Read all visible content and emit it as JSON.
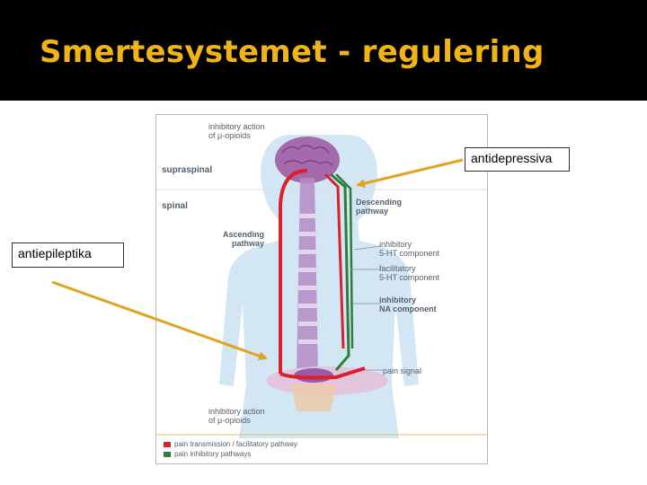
{
  "slide": {
    "title": "Smertesystemet - regulering",
    "title_color": "#f0b418",
    "band_color": "#000000"
  },
  "callouts": {
    "antidepressiva": "antidepressiva",
    "antiepileptika": "antiepileptika",
    "arrow_color": "#e0a420"
  },
  "figure": {
    "labels": {
      "inhibitory_top": "inhibitory action\nof μ-opioids",
      "supraspinal": "supraspinal",
      "spinal": "spinal",
      "descending": "Descending\npathway",
      "ascending": "Ascending\npathway",
      "inhibitory_5ht": "inhibitory\n5-HT component",
      "facilitatory_5ht": "facilitatory\n5-HT component",
      "inhibitory_na": "inhibitory\nNA component",
      "pain_signal": "pain signal",
      "inhibitory_bottom": "inhibitory action\nof μ-opioids"
    },
    "legend": [
      {
        "label": "pain transmission / facilitatory pathway",
        "color": "#d8202e"
      },
      {
        "label": "pain inhibitory pathways",
        "color": "#2e7d3a"
      }
    ],
    "colors": {
      "body": "#cfe3f2",
      "brain": "#a56aab",
      "spine": "#b48ac4",
      "red_path": "#d8202e",
      "green_path": "#2e7d3a"
    }
  }
}
